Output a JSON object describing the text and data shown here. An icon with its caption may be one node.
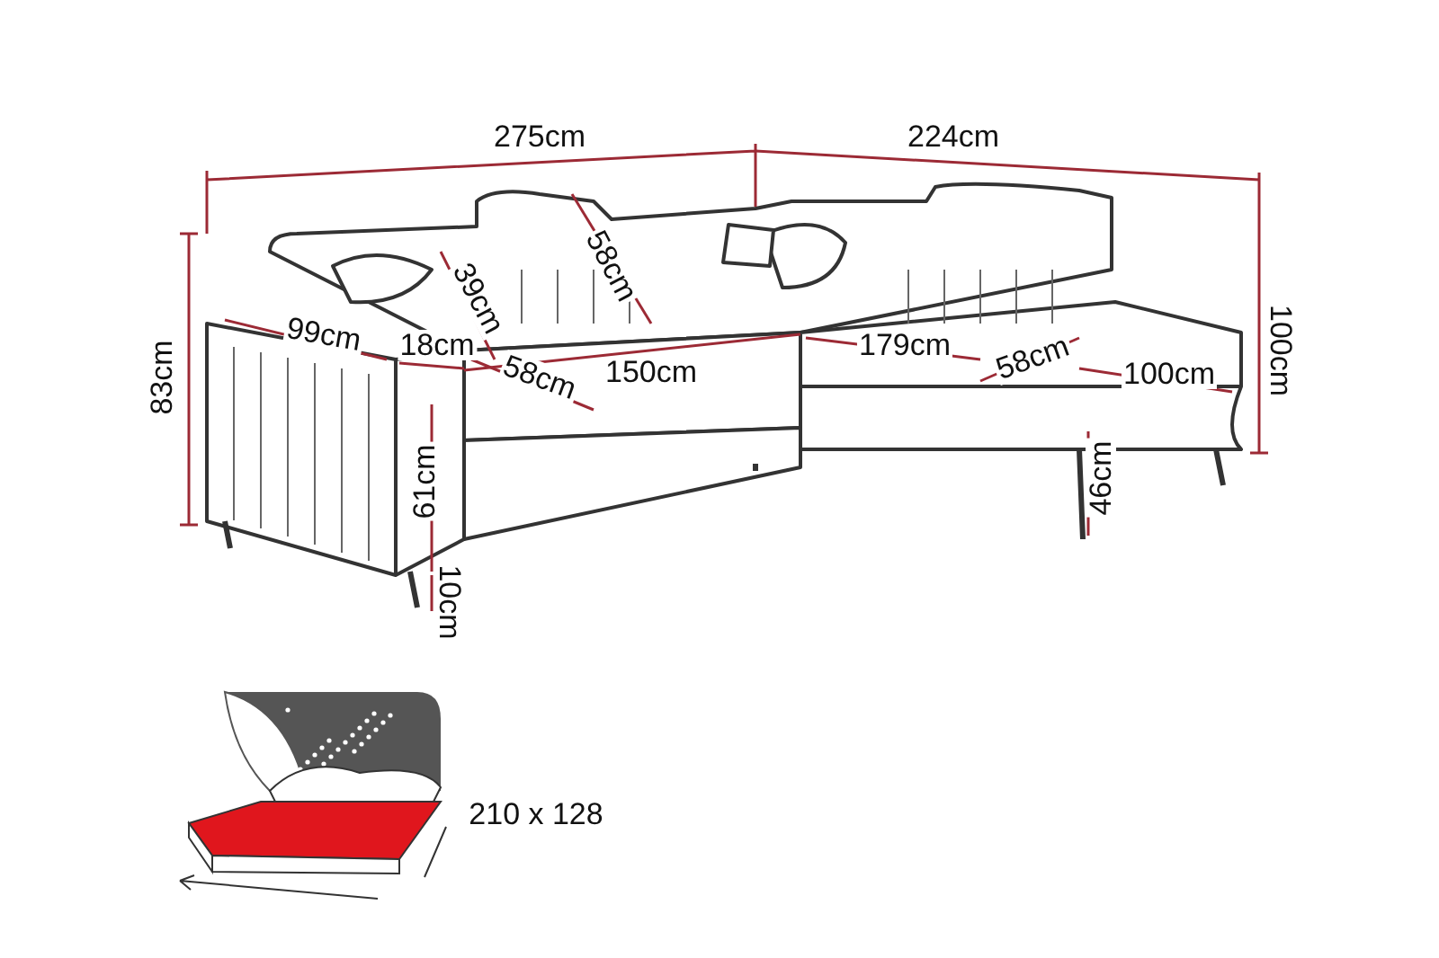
{
  "diagram": {
    "labels": [
      "275cm",
      "224cm",
      "83cm",
      "100cm",
      "99cm",
      "18cm",
      "39cm",
      "58cm",
      "58cm",
      "150cm",
      "179cm",
      "58cm",
      "100cm",
      "61cm",
      "46cm",
      "10cm",
      "210 x 128"
    ]
  }
}
